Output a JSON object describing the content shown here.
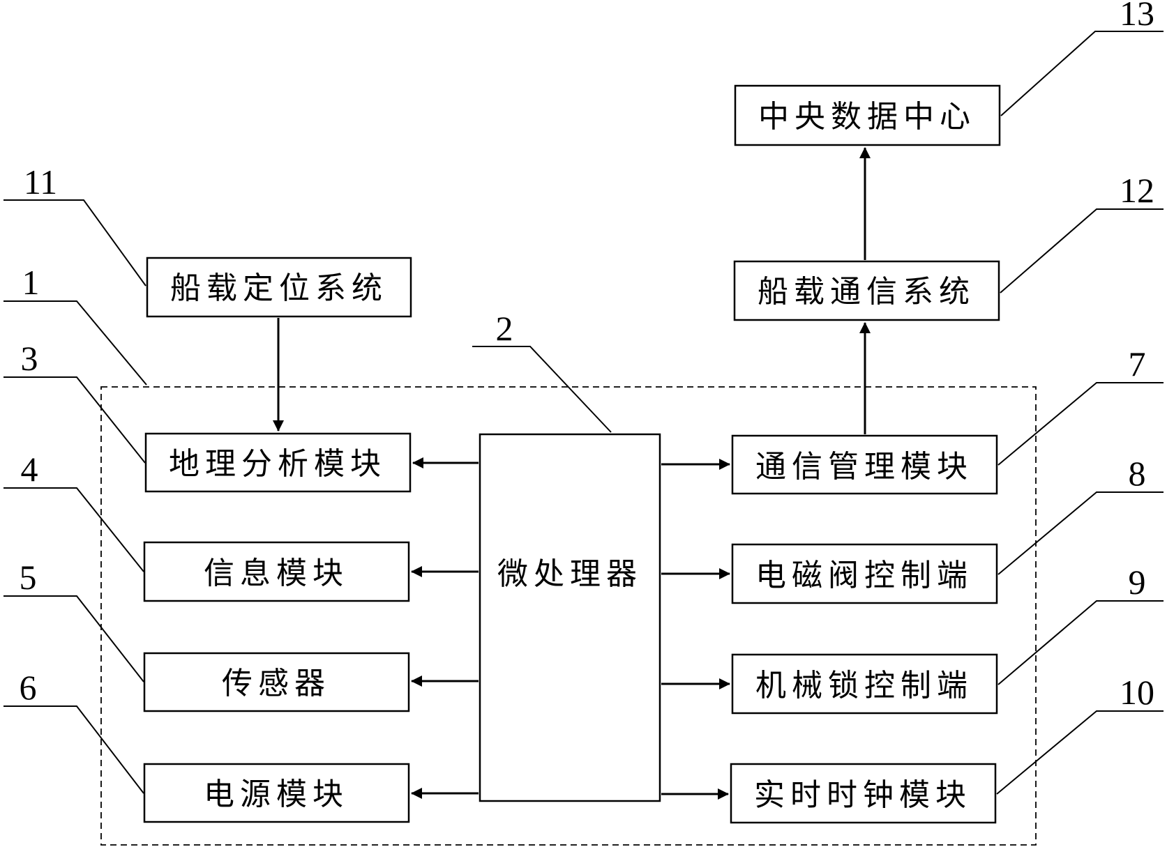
{
  "blocks": {
    "positioning": "船载定位系统",
    "geo_analysis": "地理分析模块",
    "info_module": "信息模块",
    "sensor": "传感器",
    "power_module": "电源模块",
    "microprocessor": "微处理器",
    "comm_management": "通信管理模块",
    "solenoid_control": "电磁阀控制端",
    "mechlock_control": "机械锁控制端",
    "rtc_module": "实时时钟模块",
    "ship_comm": "船载通信系统",
    "central_data": "中央数据中心"
  },
  "labels": {
    "n1": "1",
    "n2": "2",
    "n3": "3",
    "n4": "4",
    "n5": "5",
    "n6": "6",
    "n7": "7",
    "n8": "8",
    "n9": "9",
    "n10": "10",
    "n11": "11",
    "n12": "12",
    "n13": "13"
  }
}
